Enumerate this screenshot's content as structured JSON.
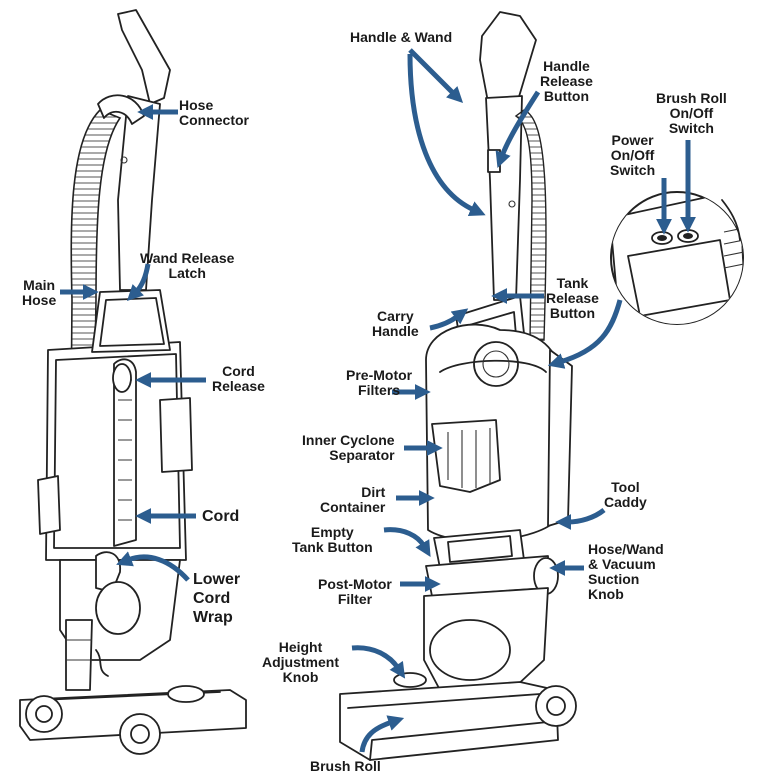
{
  "accent_color": "#2c5d8f",
  "labels": {
    "handle_wand": "Handle & Wand",
    "handle_release_button": [
      "Handle",
      "Release",
      "Button"
    ],
    "brush_roll_switch": [
      "Brush Roll",
      "On/Off",
      "Switch"
    ],
    "power_switch": [
      "Power",
      "On/Off",
      "Switch"
    ],
    "hose_connector": [
      "Hose",
      "Connector"
    ],
    "wand_release_latch": [
      "Wand Release",
      "Latch"
    ],
    "main_hose": [
      "Main",
      "Hose"
    ],
    "tank_release_button": [
      "Tank",
      "Release",
      "Button"
    ],
    "carry_handle": [
      "Carry",
      "Handle"
    ],
    "cord_release": [
      "Cord",
      "Release"
    ],
    "pre_motor_filters": [
      "Pre-Motor",
      "Filters"
    ],
    "inner_cyclone_separator": [
      "Inner Cyclone",
      "Separator"
    ],
    "dirt_container": [
      "Dirt",
      "Container"
    ],
    "tool_caddy": [
      "Tool",
      "Caddy"
    ],
    "cord": "Cord",
    "empty_tank_button": [
      "Empty",
      "Tank Button"
    ],
    "hose_wand_suction_knob": [
      "Hose/Wand",
      "& Vacuum",
      "Suction",
      "Knob"
    ],
    "lower_cord_wrap": [
      "Lower",
      "Cord",
      "Wrap"
    ],
    "post_motor_filter": [
      "Post-Motor",
      "Filter"
    ],
    "height_adjustment_knob": [
      "Height",
      "Adjustment",
      "Knob"
    ],
    "brush_roll": "Brush Roll"
  }
}
